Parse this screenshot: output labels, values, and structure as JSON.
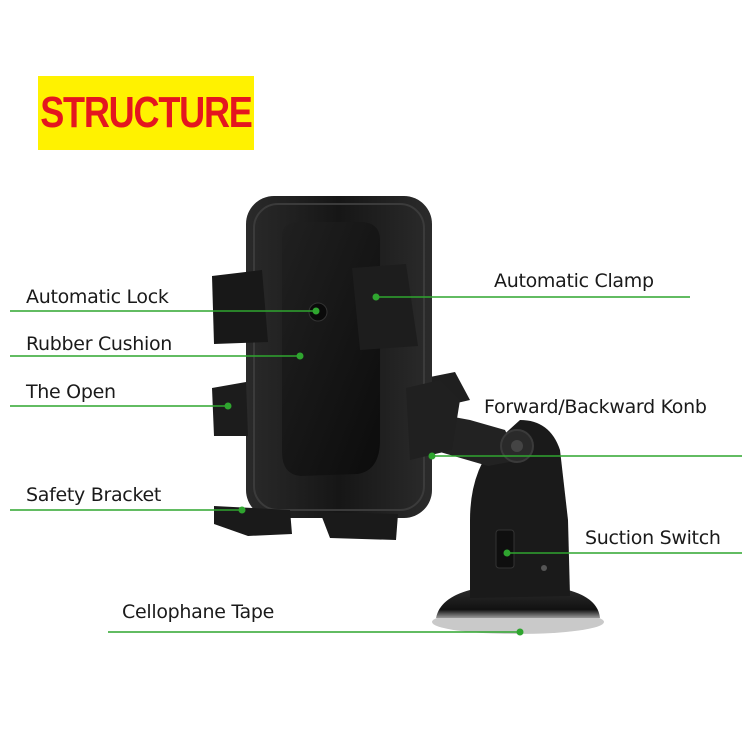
{
  "title": "STRUCTURE",
  "labels": {
    "automatic_lock": "Automatic Lock",
    "rubber_cushion": "Rubber Cushion",
    "the_open": "The Open",
    "safety_bracket": "Safety Bracket",
    "cellophane_tape": "Cellophane Tape",
    "automatic_clamp": "Automatic Clamp",
    "forward_backward_knob": "Forward/Backward Konb",
    "suction_switch": "Suction Switch"
  },
  "colors": {
    "title_background": "#fff200",
    "title_text": "#e4161f",
    "leader_line": "#2fa52f",
    "label_text": "#1a1a1a",
    "product_body": "#1b1b1b",
    "suction_cup": "#bfbfbf"
  }
}
